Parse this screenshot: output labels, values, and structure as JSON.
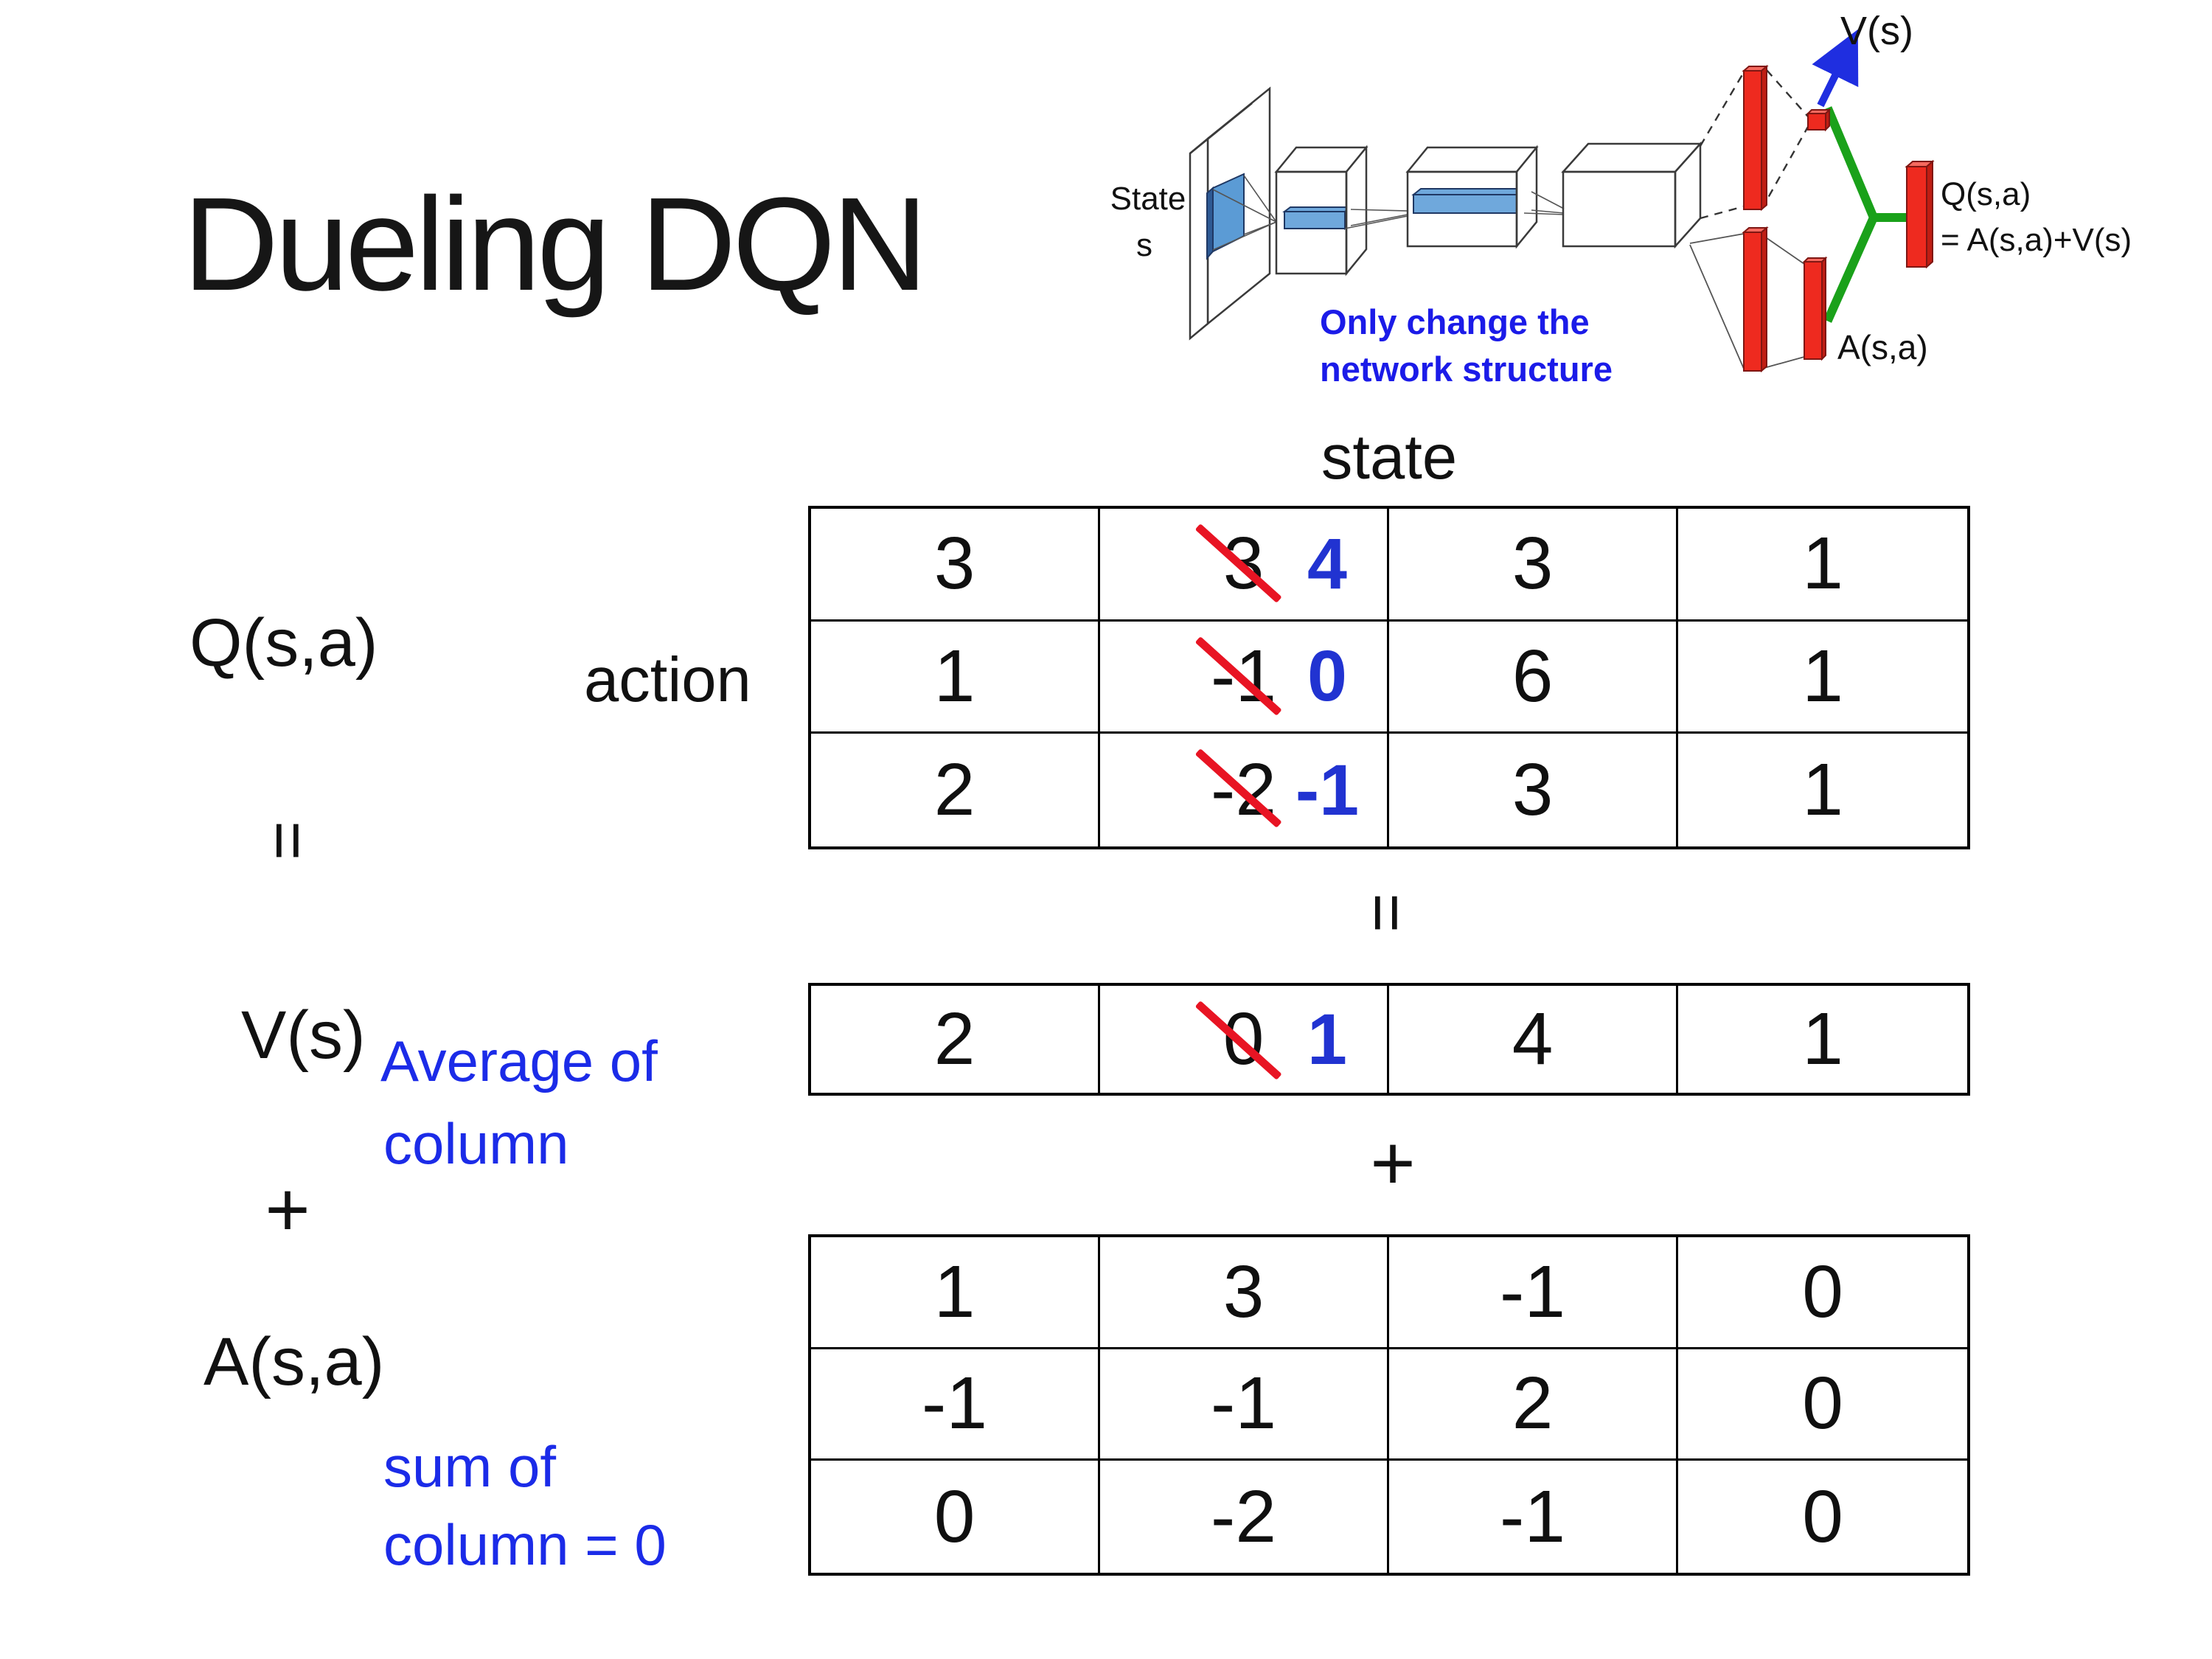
{
  "title": "Dueling DQN",
  "network_diagram": {
    "state_label_line1": "State",
    "state_label_line2": "s",
    "v_output_label": "V(s)",
    "q_output_label": "Q(s,a)",
    "q_output_formula": "= A(s,a)+V(s)",
    "a_output_label": "A(s,a)",
    "note_line1": "Only change the",
    "note_line2": "network structure",
    "colors": {
      "red_bar": "#ee2a1f",
      "red_bar_edge": "#7f1612",
      "green_merge": "#1aa11a",
      "blue_arrow": "#1f2ee0",
      "filter_blue": "#5b9bd5",
      "filter_blue_dark": "#2e5a94",
      "bar_blue": "#6fa8dc",
      "box_stroke": "#3a3a3a",
      "note_blue": "#1b1be8"
    }
  },
  "equation_labels": {
    "q_label": "Q(s,a)",
    "equals_sign": "=",
    "v_label": "V(s)",
    "plus_sign": "+",
    "a_label": "A(s,a)",
    "avg_note_line1": "Average of",
    "avg_note_line2": "column",
    "sum_note_line1": "sum of",
    "sum_note_line2": "column = 0",
    "equals_between_tables": "=",
    "plus_between_tables": "+"
  },
  "tables": {
    "state_header": "state",
    "action_header": "action",
    "colors": {
      "strike_red": "#e81423",
      "replacement_blue": "#2133d1",
      "grid_black": "#000000"
    },
    "q_table": {
      "rows": [
        [
          {
            "text": "3"
          },
          {
            "old": "3",
            "new": "4"
          },
          {
            "text": "3"
          },
          {
            "text": "1"
          }
        ],
        [
          {
            "text": "1"
          },
          {
            "old": "-1",
            "new": "0"
          },
          {
            "text": "6"
          },
          {
            "text": "1"
          }
        ],
        [
          {
            "text": "2"
          },
          {
            "old": "-2",
            "new": "-1"
          },
          {
            "text": "3"
          },
          {
            "text": "1"
          }
        ]
      ]
    },
    "v_table": {
      "rows": [
        [
          {
            "text": "2"
          },
          {
            "old": "0",
            "new": "1"
          },
          {
            "text": "4"
          },
          {
            "text": "1"
          }
        ]
      ]
    },
    "a_table": {
      "rows": [
        [
          {
            "text": "1"
          },
          {
            "text": "3"
          },
          {
            "text": "-1"
          },
          {
            "text": "0"
          }
        ],
        [
          {
            "text": "-1"
          },
          {
            "text": "-1"
          },
          {
            "text": "2"
          },
          {
            "text": "0"
          }
        ],
        [
          {
            "text": "0"
          },
          {
            "text": "-2"
          },
          {
            "text": "-1"
          },
          {
            "text": "0"
          }
        ]
      ]
    }
  }
}
